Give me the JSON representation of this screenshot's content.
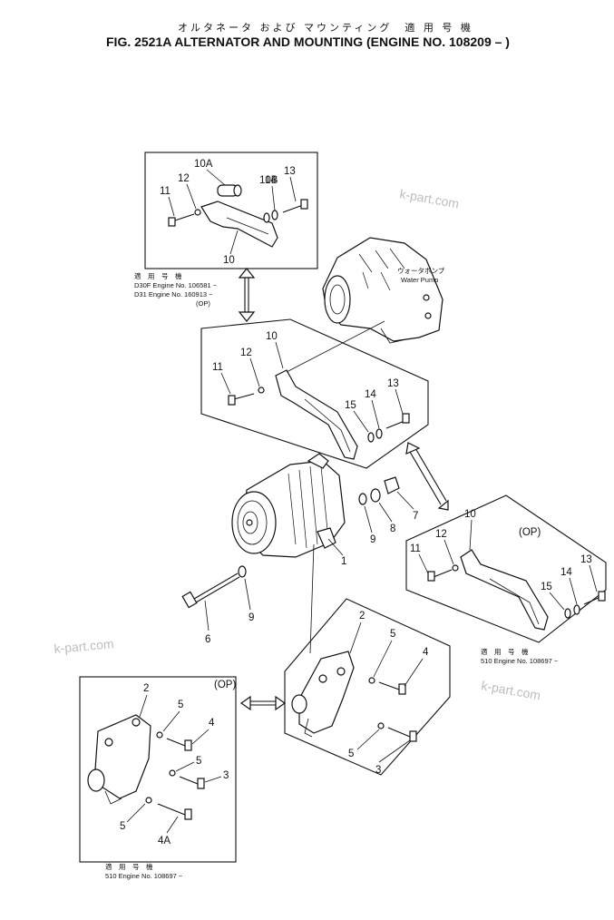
{
  "header": {
    "japanese_title": "オルタネータ および マウンティング　適 用 号 機",
    "title": "FIG. 2521A  ALTERNATOR AND MOUNTING (ENGINE NO. 108209 – )"
  },
  "watermark": "k-part.com",
  "water_pump": {
    "jp": "ウォータポンプ",
    "en": "Water Pump"
  },
  "callouts": {
    "inset_top": {
      "p10a": "10A",
      "p11": "11",
      "p12": "12",
      "p10b": "10B",
      "p14": "14",
      "p13": "13",
      "p10": "10"
    },
    "main_bracket": {
      "p10": "10",
      "p12": "12",
      "p11": "11",
      "p14": "14",
      "p13": "13",
      "p15": "15"
    },
    "alternator": {
      "p1": "1",
      "p9a": "9",
      "p8": "8",
      "p7": "7",
      "p6": "6",
      "p9b": "9"
    },
    "right_inset": {
      "p10": "10",
      "p12": "12",
      "p11": "11",
      "p13": "13",
      "p14": "14",
      "p15": "15",
      "op": "(OP)"
    },
    "lower_mount": {
      "p2": "2",
      "p5a": "5",
      "p4": "4",
      "p5b": "5",
      "p3": "3"
    },
    "left_inset": {
      "op": "(OP)",
      "p2": "2",
      "p5a": "5",
      "p4": "4",
      "p5b": "5",
      "p3": "3",
      "p5c": "5",
      "p4a": "4A"
    }
  },
  "notes": {
    "top_left": {
      "jp": "適　用　号　機",
      "line1": "D30F Engine No. 106581 ~",
      "line2": "D31  Engine No. 160913 ~",
      "line3": "(OP)"
    },
    "right": {
      "jp": "適　用　号　機",
      "line1": "510 Engine No. 108697 ~"
    },
    "bottom_left": {
      "jp": "適　用　号　機",
      "line1": "510 Engine No. 108697 ~"
    }
  }
}
